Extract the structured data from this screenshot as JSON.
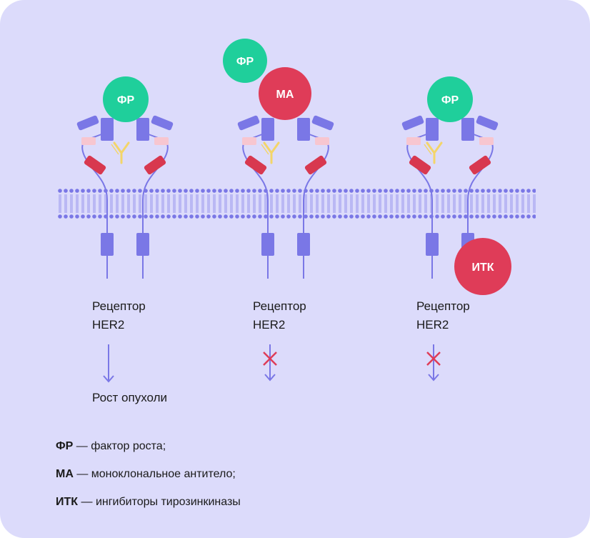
{
  "panels": [
    {
      "receptor_line1": "Рецептор",
      "receptor_line2": "HER2",
      "outcome": "Рост опухоли"
    },
    {
      "receptor_line1": "Рецептор",
      "receptor_line2": "HER2",
      "outcome": ""
    },
    {
      "receptor_line1": "Рецептор",
      "receptor_line2": "HER2",
      "outcome": ""
    }
  ],
  "circles": {
    "fr": "ФР",
    "ma": "МА",
    "itk": "ИТК"
  },
  "legend": [
    {
      "abbr": "ФР",
      "text": " — фактор роста;"
    },
    {
      "abbr": "МА",
      "text": " — моноклональное антитело;"
    },
    {
      "abbr": "ИТК",
      "text": " — ингибиторы тирозинкиназы"
    }
  ],
  "colors": {
    "background": "#dcdbfb",
    "receptor": "#7a77e6",
    "domain_red": "#d8384f",
    "domain_pink": "#f7c6d0",
    "antibody_yellow": "#f3d56a",
    "growth_factor": "#1fcf9b",
    "inhibitor": "#df3c58",
    "block_cross": "#df3c58"
  }
}
